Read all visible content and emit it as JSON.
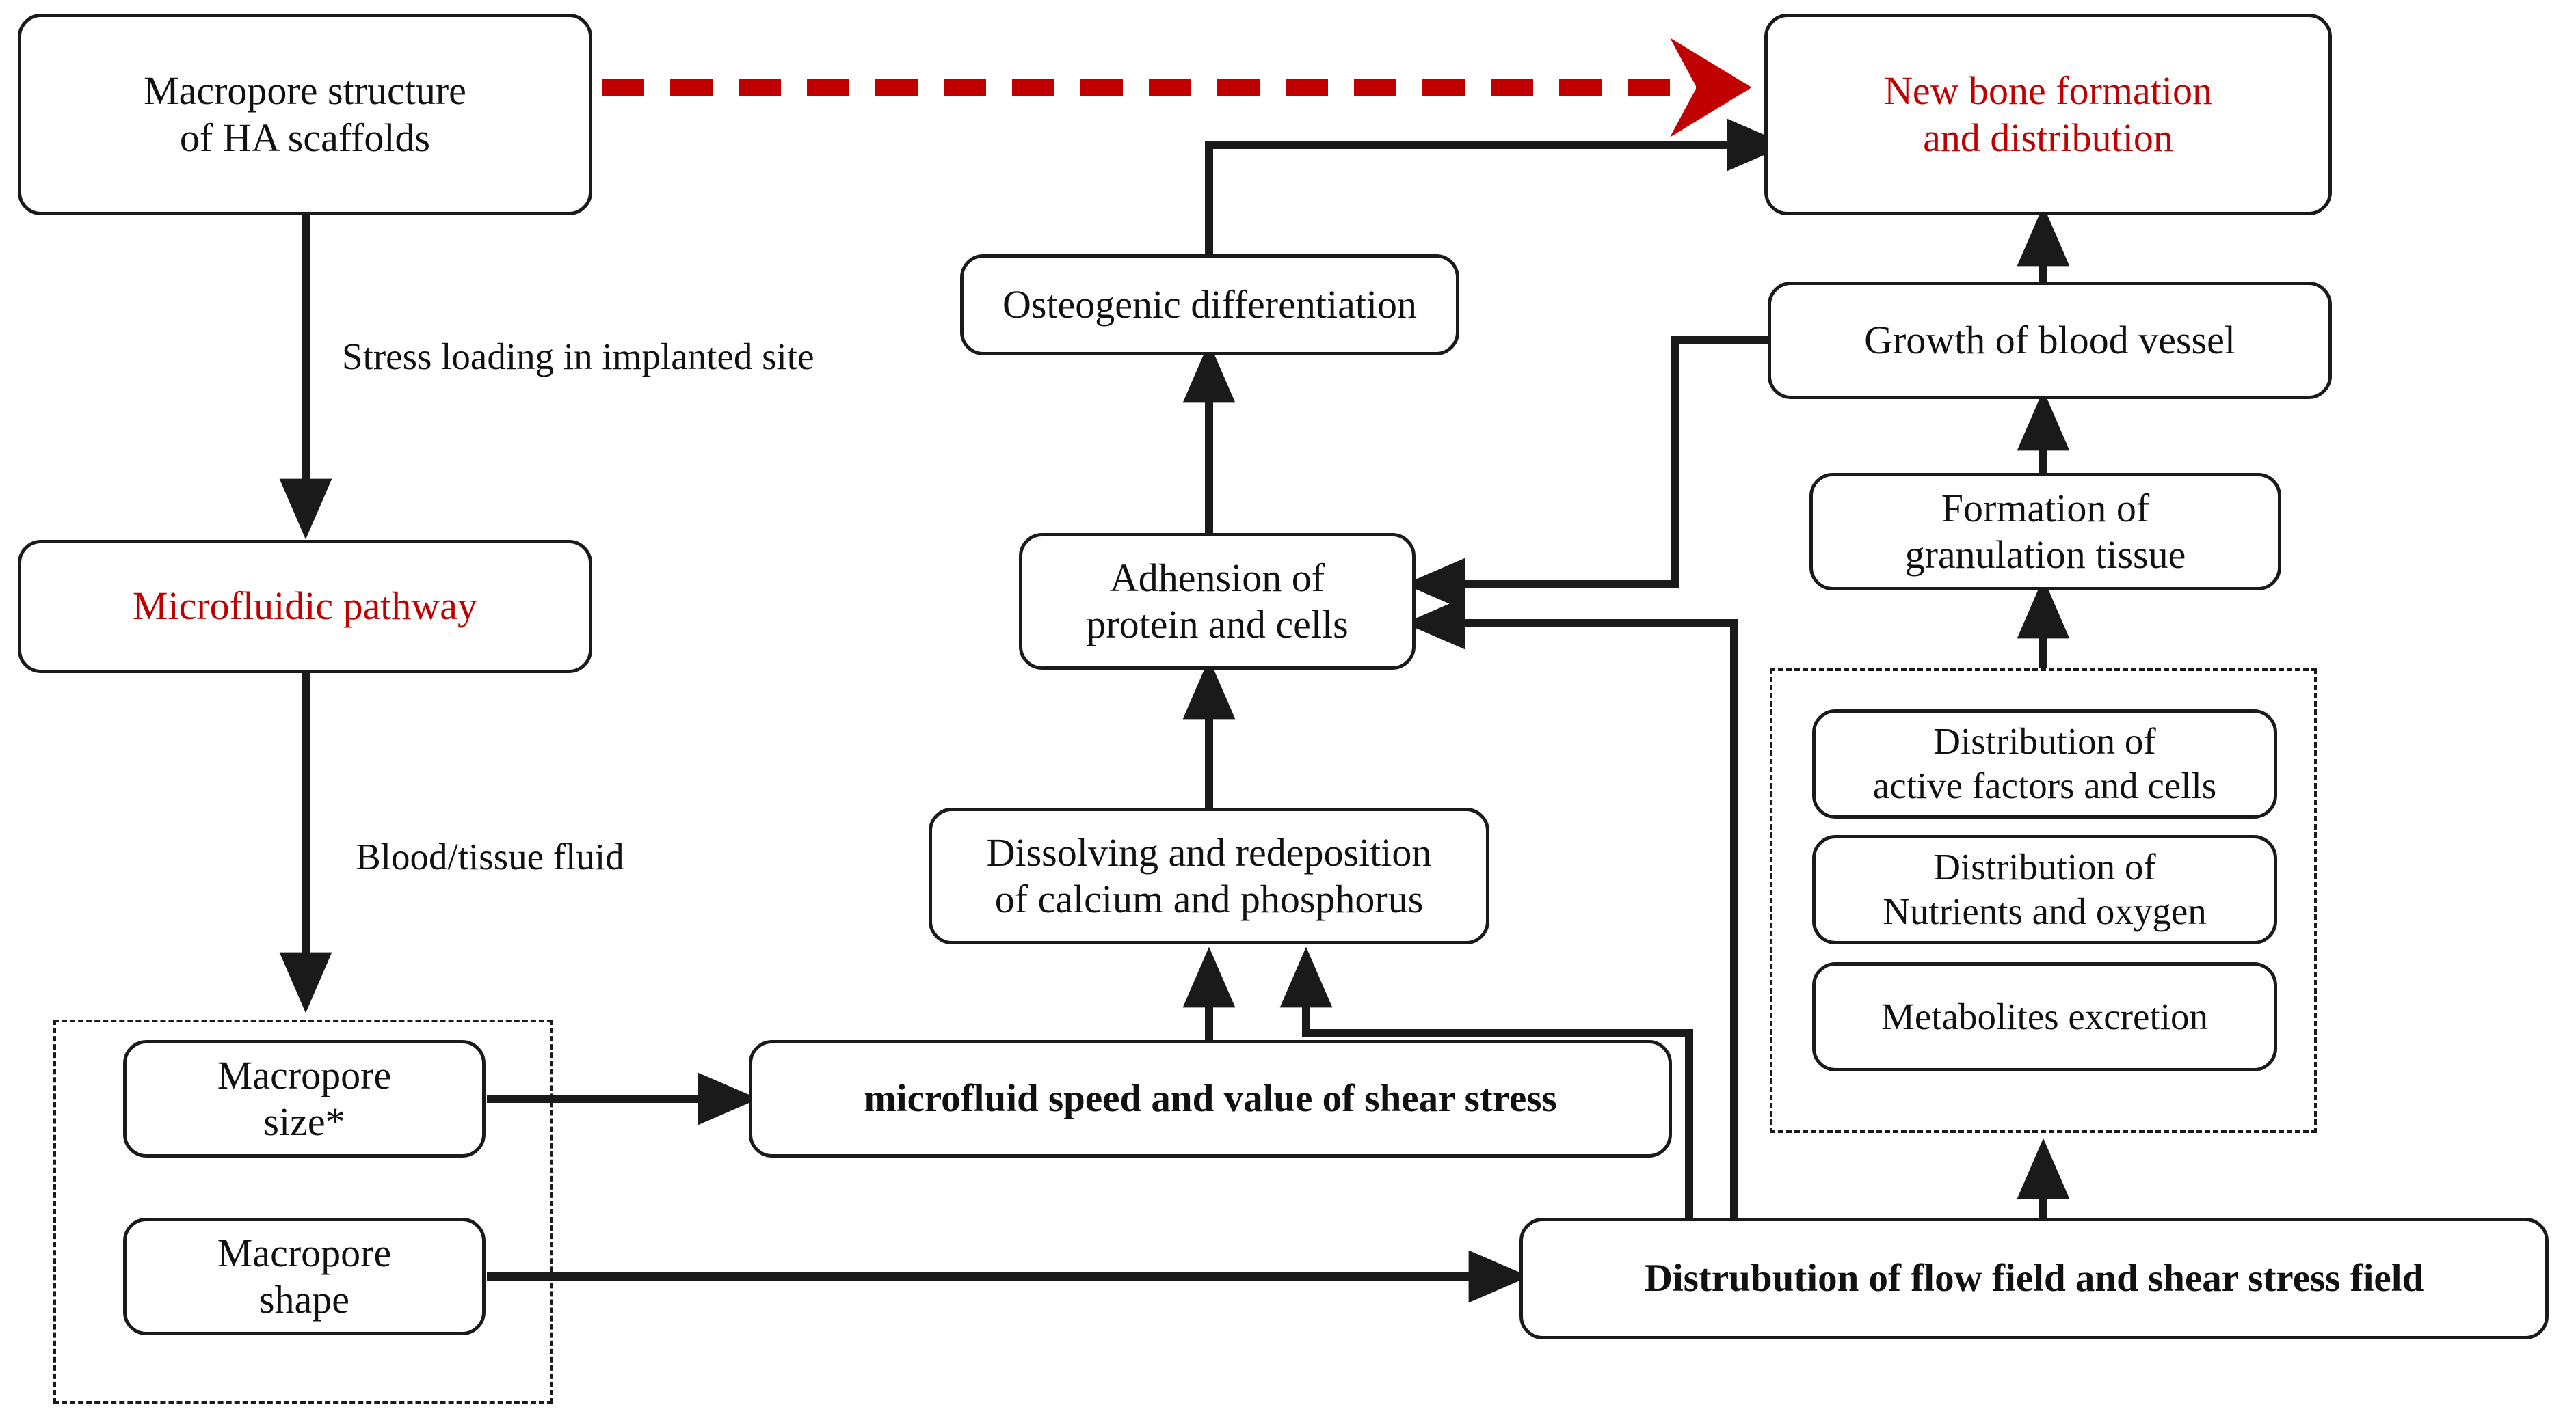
{
  "diagram": {
    "title_present": false,
    "colors": {
      "accent_red": "#C00000",
      "line_black": "#1a1a1a",
      "background": "#ffffff"
    },
    "nodes": {
      "macropore_structure": "Macropore structure\nof HA scaffolds",
      "new_bone": "New bone formation\nand distribution",
      "microfluidic_pathway": "Microfluidic pathway",
      "osteogenic": "Osteogenic differentiation",
      "growth_blood_vessel": "Growth of blood vessel",
      "adhension": "Adhension of\nprotein and cells",
      "granulation": "Formation of\ngranulation tissue",
      "dissolving": "Dissolving and redeposition\nof calcium and phosphorus",
      "dist_active_factors": "Distribution of\nactive factors and cells",
      "dist_nutrients": "Distribution of\nNutrients and oxygen",
      "metabolites": "Metabolites excretion",
      "macropore_size": "Macropore\nsize*",
      "macropore_shape": "Macropore\nshape",
      "microfluid_speed": "microfluid speed and value of shear stress",
      "flow_field": "Distrubution of flow field and shear stress field"
    },
    "edge_labels": {
      "stress_loading": "Stress loading in implanted site",
      "blood_tissue_fluid": "Blood/tissue fluid"
    },
    "groups": {
      "macropore_group_label": "",
      "distribution_group_label": ""
    }
  }
}
